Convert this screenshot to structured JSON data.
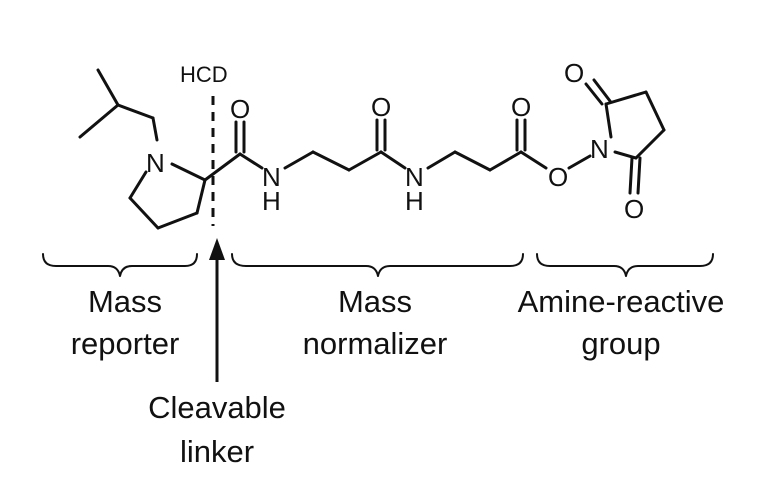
{
  "molecule": {
    "atoms": {
      "n_ring": "N",
      "o_amide1": "O",
      "n_amide1": "N",
      "h_amide1": "H",
      "o_amide2": "O",
      "n_amide2": "N",
      "h_amide2": "H",
      "o_ester_carbonyl": "O",
      "o_ester_link": "O",
      "n_succinimide": "N",
      "o_succ_top": "O",
      "o_succ_bottom": "O"
    }
  },
  "annotations": {
    "hcd": "HCD"
  },
  "regions": {
    "mass_reporter": {
      "line1": "Mass",
      "line2": "reporter"
    },
    "mass_normalizer": {
      "line1": "Mass",
      "line2": "normalizer"
    },
    "amine_reactive": {
      "line1": "Amine-reactive",
      "line2": "group"
    },
    "cleavable_linker": {
      "line1": "Cleavable",
      "line2": "linker"
    }
  },
  "colors": {
    "ink": "#111111",
    "background": "#ffffff"
  }
}
